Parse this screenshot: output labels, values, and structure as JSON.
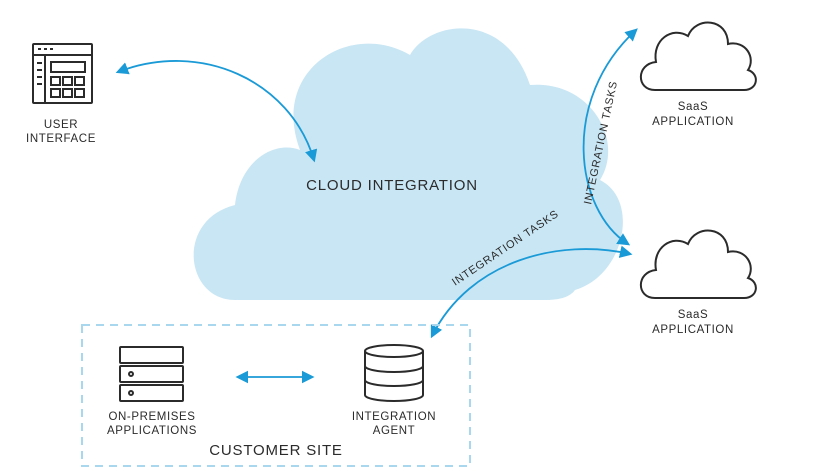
{
  "colors": {
    "cloud_fill": "#c9e6f4",
    "arrow": "#1a9ad6",
    "icon_stroke": "#2b2b2b",
    "site_border": "#a9d8ee"
  },
  "cloud": {
    "label": "CLOUD INTEGRATION"
  },
  "user_interface": {
    "line1": "USER",
    "line2": "INTERFACE",
    "icon": "browser-window-icon"
  },
  "saas_top": {
    "line1": "SaaS",
    "line2": "APPLICATION",
    "icon": "cloud-outline-icon"
  },
  "saas_bottom": {
    "line1": "SaaS",
    "line2": "APPLICATION",
    "icon": "cloud-outline-icon"
  },
  "tasks_vertical": "INTEGRATION TASKS",
  "tasks_diagonal": "INTEGRATION TASKS",
  "customer_site": {
    "label": "CUSTOMER SITE",
    "on_prem": {
      "line1": "ON-PREMISES",
      "line2": "APPLICATIONS",
      "icon": "server-rack-icon"
    },
    "agent": {
      "line1": "INTEGRATION",
      "line2": "AGENT",
      "icon": "database-icon"
    }
  }
}
